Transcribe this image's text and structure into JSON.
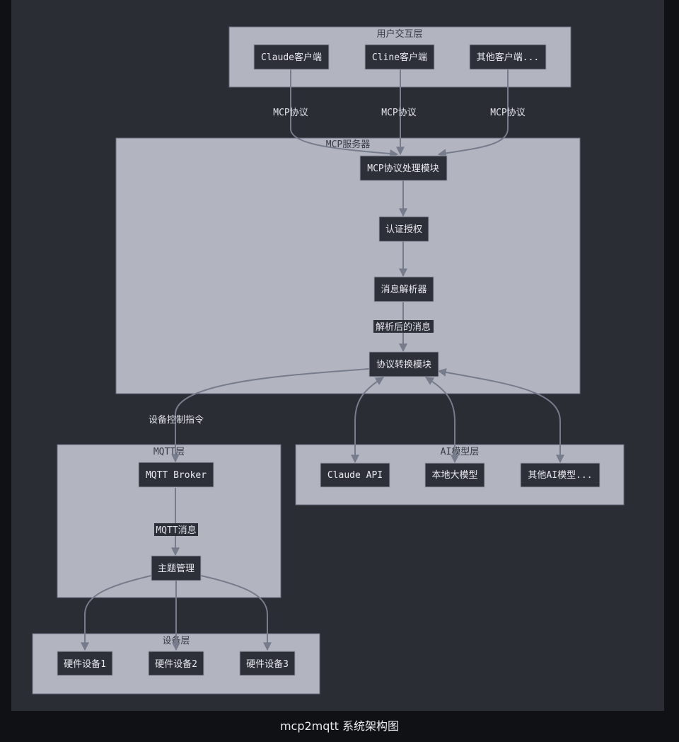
{
  "caption": "mcp2mqtt 系统架构图",
  "clusters": {
    "user_layer": "用户交互层",
    "mcp_server": "MCP服务器",
    "mqtt_layer": "MQTT层",
    "ai_layer": "AI模型层",
    "device_layer": "设备层"
  },
  "nodes": {
    "claude_client": "Claude客户端",
    "cline_client": "Cline客户端",
    "other_client": "其他客户端...",
    "mcp_protocol_module": "MCP协议处理模块",
    "auth": "认证授权",
    "message_parser": "消息解析器",
    "protocol_converter": "协议转换模块",
    "mqtt_broker": "MQTT Broker",
    "topic_manager": "主题管理",
    "claude_api": "Claude API",
    "local_model": "本地大模型",
    "other_ai": "其他AI模型...",
    "device1": "硬件设备1",
    "device2": "硬件设备2",
    "device3": "硬件设备3"
  },
  "edge_labels": {
    "mcp1": "MCP协议",
    "mcp2": "MCP协议",
    "mcp3": "MCP协议",
    "parsed": "解析后的消息",
    "device_cmd": "设备控制指令",
    "mqtt_msg": "MQTT消息"
  }
}
